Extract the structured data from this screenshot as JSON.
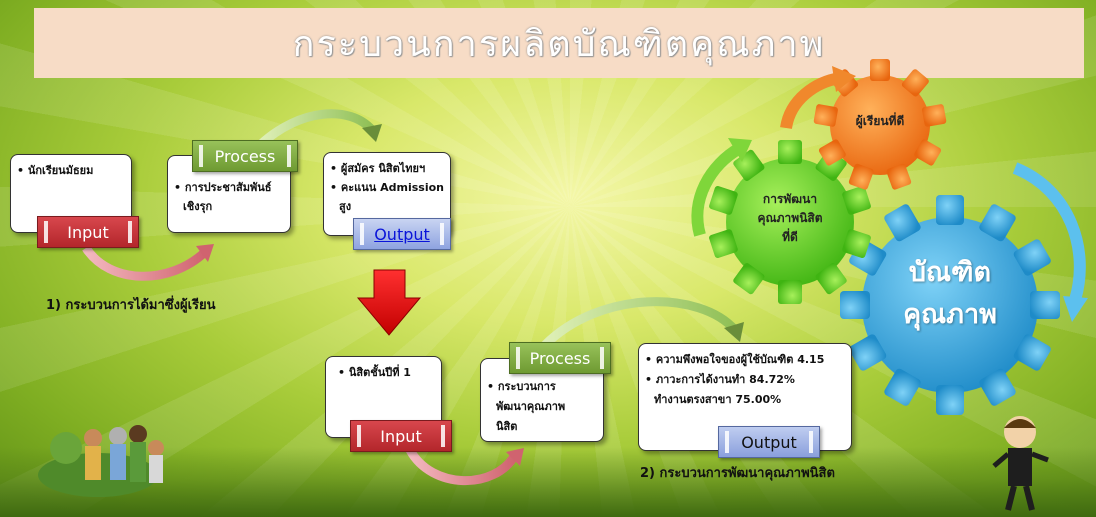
{
  "title": "กระบวนการผลิตบัณฑิตคุณภาพ",
  "process1": {
    "input_box": [
      "นักเรียนมัธยม"
    ],
    "input_label": "Input",
    "process_box": [
      "การประชาสัมพันธ์",
      "เชิงรุก"
    ],
    "process_label": "Process",
    "output_box": [
      "ผู้สมัคร นิสิตไทยฯ",
      "คะแนน Admission",
      "สูง"
    ],
    "output_label": "Output",
    "caption": "1) กระบวนการได้มาซึ่งผู้เรียน"
  },
  "process2": {
    "input_box": [
      "นิสิตชั้นปีที่  1"
    ],
    "input_label": "Input",
    "process_box": [
      "กระบวนการ",
      "พัฒนาคุณภาพ",
      "นิสิต"
    ],
    "process_label": "Process",
    "output_box": [
      "ความพึงพอใจของผู้ใช้บัณฑิต 4.15",
      "ภาวะการได้งานทำ 84.72%",
      "ทำงานตรงสาขา  75.00%"
    ],
    "output_label": "Output",
    "caption": "2) กระบวนการพัฒนาคุณภาพนิสิต"
  },
  "gears": {
    "orange": "ผู้เรียนที่ดี",
    "green": [
      "การพัฒนา",
      "คุณภาพนิสิต",
      "ที่ดี"
    ],
    "blue": [
      "บัณฑิต",
      "คุณภาพ"
    ]
  },
  "colors": {
    "input_red": "#c0323a",
    "process_green": "#84ad45",
    "output_blue": "#a8b8ea",
    "gear_orange": "#f07a1a",
    "gear_green": "#5ed21f",
    "gear_blue": "#2a9fd8"
  }
}
